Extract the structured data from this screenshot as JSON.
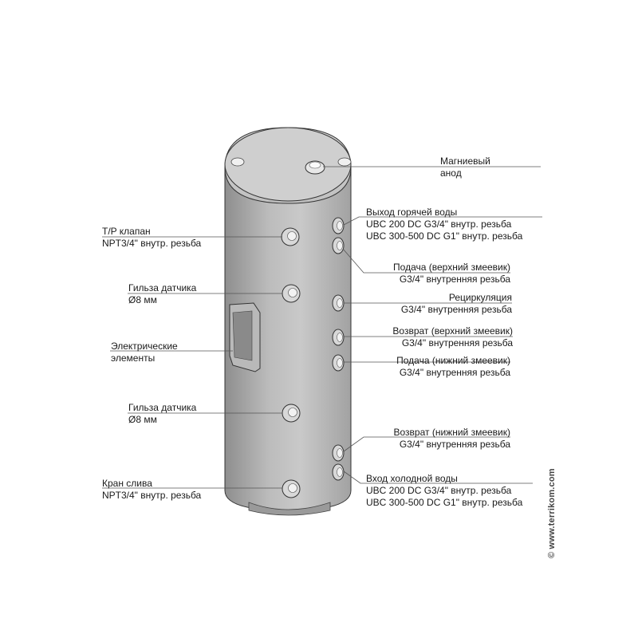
{
  "labels": {
    "anode": [
      "Магниевый",
      "анод"
    ],
    "hot_out": [
      "Выход горячей воды",
      "UBC 200 DC G3/4\" внутр. резьба",
      "UBC 300-500 DC G1\" внутр. резьба"
    ],
    "feed_upper": [
      "Подача (верхний змеевик)",
      "G3/4\" внутренняя резьба"
    ],
    "recirc": [
      "Рециркуляция",
      "G3/4\" внутренняя резьба"
    ],
    "return_upper": [
      "Возврат (верхний змеевик)",
      "G3/4\" внутренняя резьба"
    ],
    "feed_lower": [
      "Подача (нижний змеевик)",
      "G3/4\" внутренняя резьба"
    ],
    "return_lower": [
      "Возврат (нижний змеевик)",
      "G3/4\" внутренняя резьба"
    ],
    "cold_in": [
      "Вход холодной воды",
      "UBC 200 DC G3/4\" внутр. резьба",
      "UBC 300-500 DC G1\" внутр. резьба"
    ],
    "tp_valve": [
      "T/P клапан",
      "NPT3/4\" внутр. резьба"
    ],
    "sensor_1": [
      "Гильза датчика",
      "Ø8 мм"
    ],
    "electric": [
      "Электрические",
      "элементы"
    ],
    "sensor_2": [
      "Гильза датчика",
      "Ø8 мм"
    ],
    "drain": [
      "Кран слива",
      "NPT3/4\" внутр. резьба"
    ]
  },
  "watermark": "© www.terrikom.com"
}
